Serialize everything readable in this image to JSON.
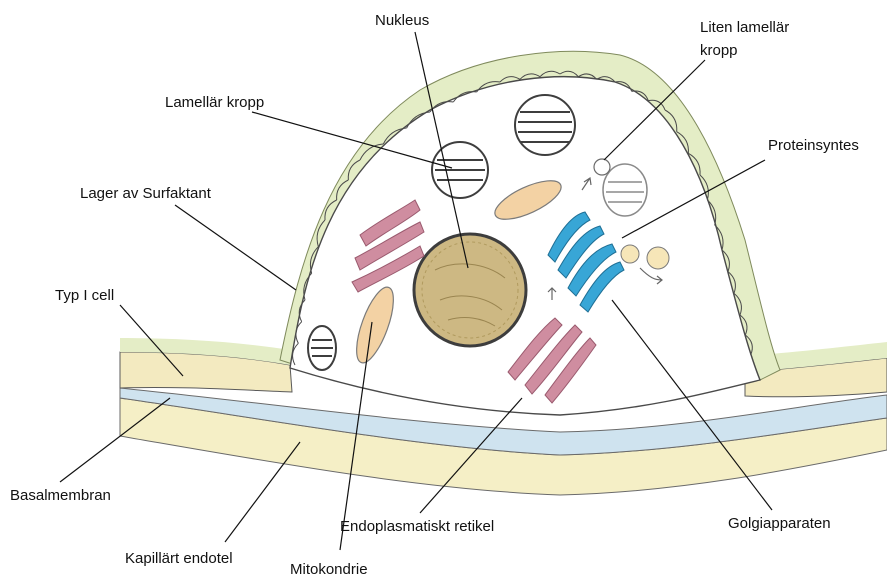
{
  "labels": {
    "nukleus": "Nukleus",
    "liten_lamellar_line1": "Liten lamellär",
    "liten_lamellar_line2": "kropp",
    "lamellar_kropp": "Lamellär kropp",
    "proteinsyntes": "Proteinsyntes",
    "lager_av_surfaktant": "Lager av Surfaktant",
    "typ_i_cell": "Typ I cell",
    "basalmembran": "Basalmembran",
    "kapillart_endotel": "Kapillärt endotel",
    "mitokondrie": "Mitokondrie",
    "endoplasmatiskt_retikel": "Endoplasmatiskt retikel",
    "golgiapparaten": "Golgiapparaten"
  },
  "colors": {
    "surfactant": "#e4edc6",
    "cell_outline": "#4a4a4a",
    "nucleus_fill": "#cdb883",
    "nucleus_envelope": "#3d3d3d",
    "lamellar_body": "#3e3e3e",
    "mitochondria": "#f3d2a4",
    "er_pink": "#cf8da0",
    "golgi_blue": "#38a6d6",
    "basement_membrane": "#cfe3ef",
    "endothelium": "#f5efc6"
  }
}
